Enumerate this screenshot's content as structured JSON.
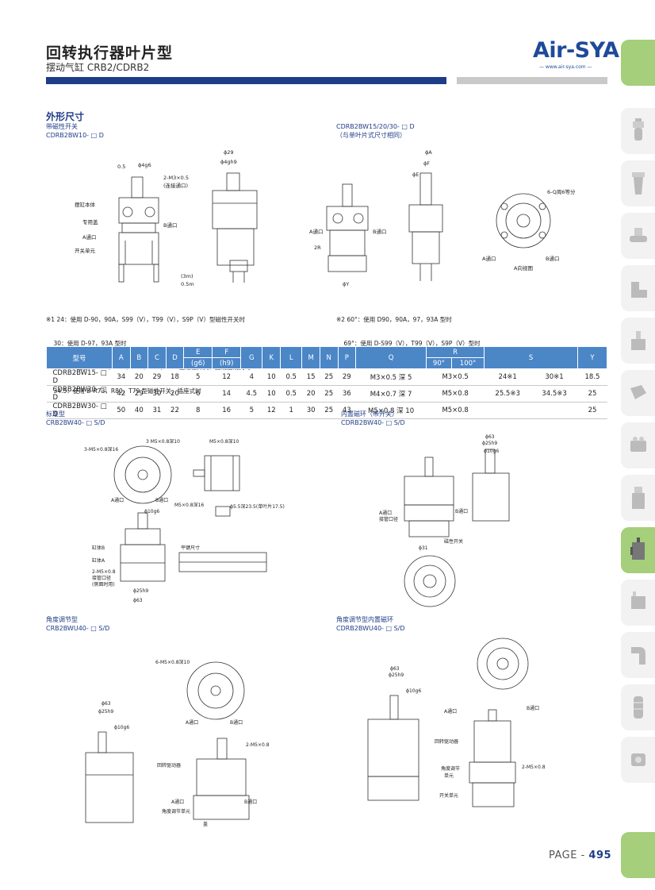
{
  "header": {
    "title": "回转执行器叶片型",
    "subtitle": "摆动气缸 CRB2/CDRB2",
    "logo": "Air-SYA",
    "logo_url": "— www.air-sya.com —"
  },
  "section_title": "外形尺寸",
  "blocks": {
    "b1_title": "带磁性开关",
    "b1_model": "CDRB2BW10- □ D",
    "b2_model": "CDRB2BW15/20/30- □ D",
    "b2_note": "（与单叶片式尺寸相同）",
    "b3_title": "标准型",
    "b3_model": "CRB2BW40- □ S/D",
    "b4_title": "内置磁环（带开关）",
    "b4_model": "CDRB2BW40- □ S/D",
    "b5_title": "角度调节型",
    "b5_model": "CRB2BWU40- □ S/D",
    "b6_title": "角度调节型内置磁环",
    "b6_model": "CDRB2BWU40- □ S/D"
  },
  "notes_left": [
    "※1 24：使用 D-90，90A，S99（V），T99（V），S9P（V）型磁性开关时",
    "    30：使用 D-97，93A 型时",
    "※3 25.5：使用 D-R73，R80，S79，T79，S7P 型磁性开关、直线出线式时",
    "    34.5：使用 D-R73，R80，T79 型磁性开关、插座式时"
  ],
  "notes_right": [
    "※2 60°：使用 D90，90A，97，93A 型时",
    "    69°：使用 D-S99（V），T99（V），S9P（V）型时"
  ],
  "table": {
    "headers": [
      "型号",
      "A",
      "B",
      "C",
      "D",
      "E",
      "F",
      "G",
      "K",
      "L",
      "M",
      "N",
      "P",
      "Q",
      "R",
      "S",
      "Y"
    ],
    "sub_headers": {
      "E": "(g6)",
      "F": "(h9)",
      "R1": "90°",
      "R2": "100°"
    },
    "rows": [
      [
        "CDRB2BW15- □ D",
        "34",
        "20",
        "29",
        "18",
        "5",
        "12",
        "4",
        "10",
        "0.5",
        "15",
        "25",
        "29",
        "M3×0.5 深 5",
        "M3×0.5",
        "24※1",
        "30※1",
        "18.5"
      ],
      [
        "CDRB2BW20- □ D",
        "42",
        "29",
        "30",
        "20",
        "6",
        "14",
        "4.5",
        "10",
        "0.5",
        "20",
        "25",
        "36",
        "M4×0.7 深 7",
        "M5×0.8",
        "25.5※3",
        "34.5※3",
        "25"
      ],
      [
        "CDRB2BW30- □ D",
        "50",
        "40",
        "31",
        "22",
        "8",
        "16",
        "5",
        "12",
        "1",
        "30",
        "25",
        "43",
        "M5×0.8 深 10",
        "M5×0.8",
        "",
        "",
        "25"
      ]
    ]
  },
  "labels": {
    "l_05": "0.5",
    "l_phi4g6": "ϕ4g6",
    "l_m3": "2-M3×0.5",
    "l_conn": "(连接通口)",
    "l_body": "摆缸本体",
    "l_cover": "专用盖",
    "l_Aport": "A通口",
    "l_switch": "开关单元",
    "l_Bport": "B通口",
    "l_phi29": "ϕ29",
    "l_phi4gh9": "ϕ4gh9",
    "l_3m": "(3m)",
    "l_05m": "0.5m",
    "l_phiA": "ϕA",
    "l_phiF": "ϕF",
    "l_phiE": "ϕE",
    "l_6Q": "6-Q周6等分",
    "l_Aview": "A向视图",
    "l_phiY": "ϕY",
    "l_2R": "2R",
    "l_3m5": "3 M5×0.8深10",
    "l_3m5b": "3-M5×0.8深16",
    "l_m5a": "M5×0.8深10",
    "l_m5b": "M5×0.8深16",
    "l_phi55": "ϕ5.5深23.5(单叶片17.5)",
    "l_phi10": "ϕ10g6",
    "l_bodyB": "缸体B",
    "l_bodyA": "缸体A",
    "l_2m5": "2-M5×0.8",
    "l_pipe": "接管口径",
    "l_side": "(侧面时用)",
    "l_key": "平键尺寸",
    "l_phi25": "ϕ25h9",
    "l_phi63": "ϕ63",
    "l_pipe2": "接管口径",
    "l_mag": "磁性开关",
    "l_phi31": "ϕ31",
    "l_6m5": "6-M5×0.8深10",
    "l_rot": "回转驱动器",
    "l_adj": "角度调节单元",
    "l_cap": "盖",
    "l_adj2": "角度调节",
    "l_unit": "单元",
    "l_sw2": "开关单元"
  },
  "page": {
    "label": "PAGE - ",
    "number": "495"
  }
}
